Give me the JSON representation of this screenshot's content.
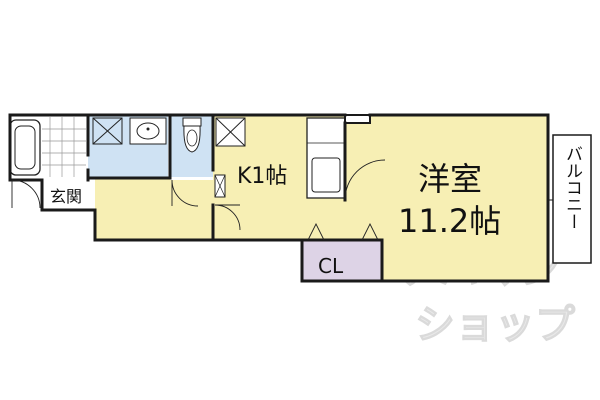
{
  "floorplan": {
    "rooms": {
      "western_room_name": "洋室",
      "western_room_size": "11.2帖",
      "kitchen": "K1帖",
      "closet": "CL",
      "entrance": "玄関",
      "balcony": "バルコニー"
    },
    "colors": {
      "wall": "#1a1a1a",
      "room_fill": "#f7efb4",
      "wet_area_fill": "#cfe2f3",
      "closet_fill": "#ddd3e6",
      "floor_white": "#ffffff"
    }
  },
  "watermark": {
    "line1": "アパマン",
    "line2": "ショップ",
    "color": "#e8e8e8"
  }
}
